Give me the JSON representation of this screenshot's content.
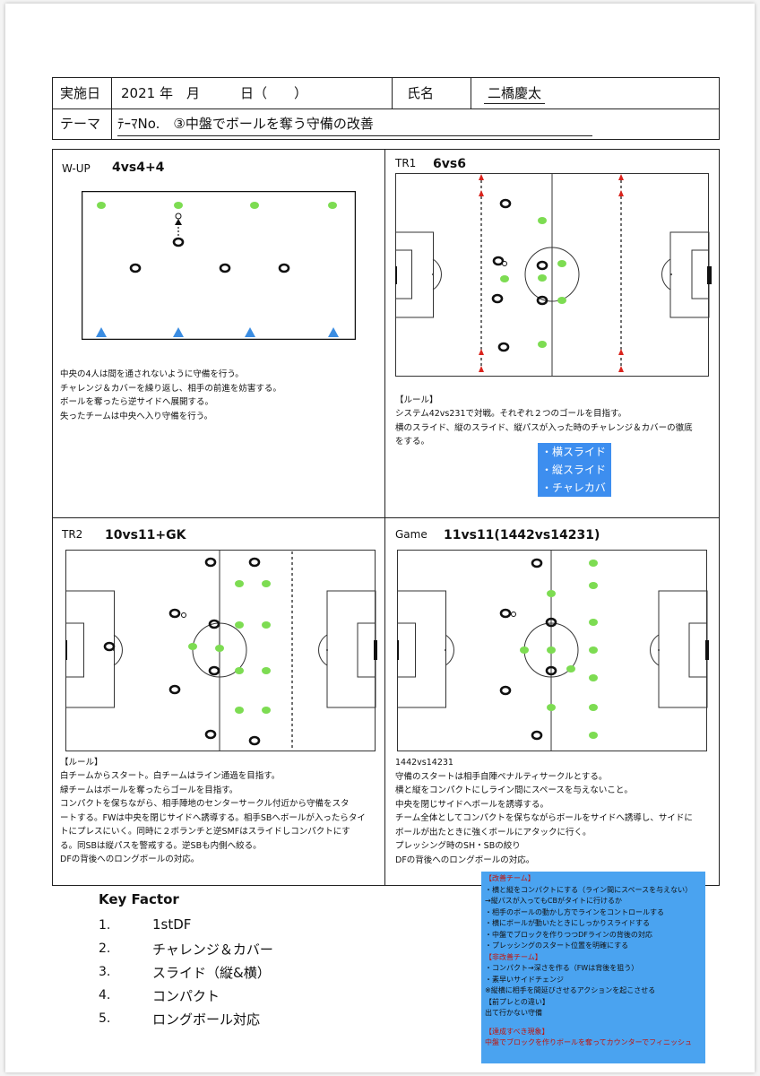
{
  "header": {
    "date_label": "実施日",
    "date_value": "2021 年　月　　　日（　　）",
    "name_label": "氏名",
    "name_value": "二橋慶太",
    "theme_label": "テーマ",
    "theme_value": "ﾃｰﾏNo.　③中盤でボールを奪う守備の改善"
  },
  "wup": {
    "title": "W-UP",
    "sub": "4vs4+4",
    "text": "中央の4人は間を通されないように守備を行う。\nチャレンジ＆カバーを繰り返し、相手の前進を妨害する。\nボールを奪ったら逆サイドへ展開する。\n失ったチームは中央へ入り守備を行う。"
  },
  "tr1": {
    "title": "TR1",
    "sub": "6vs6",
    "rule_label": "【ルール】",
    "text": "システム42vs231で対戦。それぞれ２つのゴールを目指す。\n横のスライド、縦のスライド、縦パスが入った時のチャレンジ＆カバーの徹底\nをする。",
    "tags": [
      "・横スライド",
      "・縦スライド",
      "・チャレカバ"
    ]
  },
  "tr2": {
    "title": "TR2",
    "sub": "10vs11+GK",
    "rule_label": "【ルール】",
    "text": "白チームからスタート。白チームはライン通過を目指す。\n緑チームはボールを奪ったらゴールを目指す。\nコンパクトを保ちながら、相手陣地のセンターサークル付近から守備をスタ\nートする。FWは中央を閉じサイドへ誘導する。相手SBへボールが入ったらタイ\nトにプレスにいく。同時に２ボランチと逆SMFはスライドしコンパクトにす\nる。同SBは縦パスを警戒する。逆SBも内側へ絞る。\nDFの背後へのロングボールの対応。"
  },
  "game": {
    "title": "Game",
    "sub": "11vs11(1442vs14231)",
    "text": "1442vs14231\n守備のスタートは相手自陣ペナルティサークルとする。\n横と縦をコンパクトにしライン間にスペースを与えないこと。\n中央を閉じサイドへボールを誘導する。\nチーム全体としてコンパクトを保ちながらボールをサイドへ誘導し、サイドに\nボールが出たときに強くボールにアタックに行く。\nプレッシング時のSH・SBの絞り\nDFの背後へのロングボールの対応。"
  },
  "key_factor": {
    "title": "Key Factor",
    "items": [
      {
        "num": "1.",
        "label": "1stDF"
      },
      {
        "num": "2.",
        "label": "チャレンジ＆カバー"
      },
      {
        "num": "3.",
        "label": "スライド（縦&横）"
      },
      {
        "num": "4.",
        "label": "コンパクト"
      },
      {
        "num": "5.",
        "label": "ロングボール対応"
      }
    ]
  },
  "notes": {
    "h1": "【改善チーム】",
    "l1": "・横と縦をコンパクトにする（ライン間にスペースを与えない）",
    "l2": "→縦パスが入ってもCBがタイトに行けるか",
    "l3": "・相手のボールの動かし方でラインをコントロールする",
    "l4": "・横にボールが動いたときにしっかりスライドする",
    "l5": "・中盤でブロックを作りつつDFラインの背後の対応",
    "l6": "・プレッシングのスタート位置を明確にする",
    "h2": "【非改善チーム】",
    "l7": "・コンパクト→深さを作る（FWは背後を狙う）",
    "l8": "・素早いサイドチェンジ",
    "l9": "※縦横に相手を間延びさせるアクションを起こさせる",
    "h3": "【前プレとの違い】",
    "l10": "出て行かない守備",
    "h4": "【達成すべき現象】",
    "l11": "中盤でブロックを作りボールを奪ってカウンターでフィニッシュ"
  },
  "colors": {
    "green": "#7ddc52",
    "blue_tri": "#3b8de2",
    "arrow_red": "#d9231c",
    "tag_bg": "#3d8eef",
    "note_bg": "#4aa3f0",
    "note_red": "#c0140c"
  }
}
